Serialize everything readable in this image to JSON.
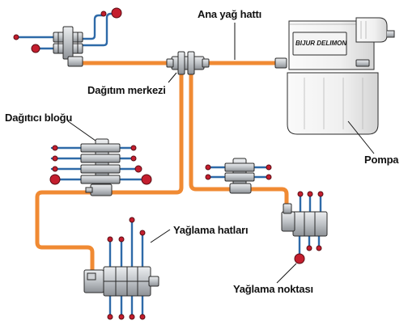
{
  "labels": {
    "main_line": "Ana yağ hattı",
    "distribution_center": "Dağıtım merkezi",
    "distributor_block": "Dağıtıcı bloğu",
    "pump": "Pompa",
    "lubrication_lines": "Yağlama hatları",
    "lubrication_point": "Yağlama noktası"
  },
  "pump": {
    "brand": "BIJUR DELIMON"
  },
  "colors": {
    "main_line": "#f08a33",
    "branch_line": "#2e6aa8",
    "lubrication_point": "#c41e2e",
    "component": "#b8bcc0",
    "outline": "#2b2b2b"
  },
  "icons": {
    "pump": "pump-unit-icon",
    "valve": "distribution-valve-icon",
    "point": "lubrication-point-icon"
  }
}
